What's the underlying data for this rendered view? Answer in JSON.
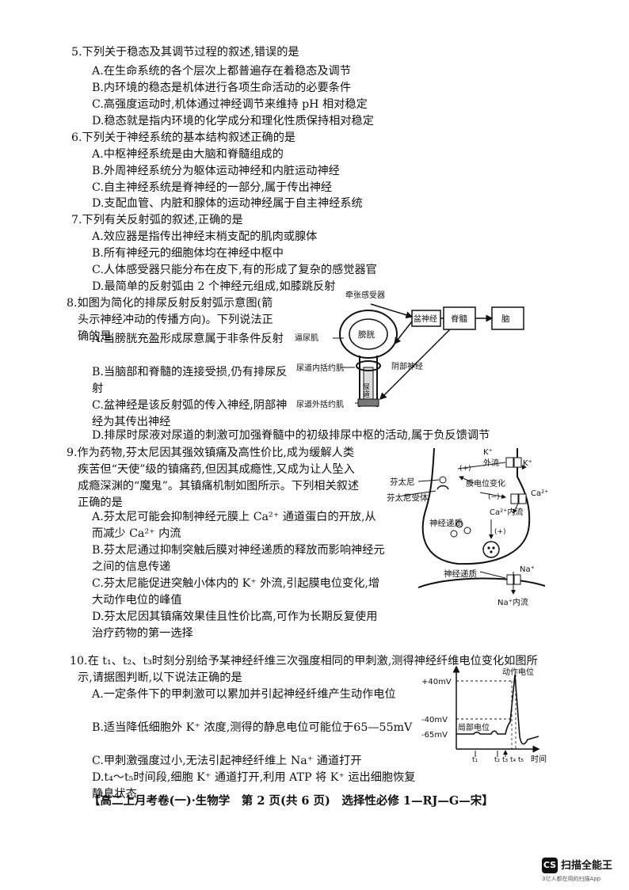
{
  "questions": [
    {
      "stem": "5.下列关于稳态及其调节过程的叙述,错误的是",
      "options": [
        "A.在生命系统的各个层次上都普遍存在着稳态及调节",
        "B.内环境的稳态是机体进行各项生命活动的必要条件",
        "C.高强度运动时,机体通过神经调节来维持 pH 相对稳定",
        "D.稳态就是指内环境的化学成分和理化性质保持相对稳定"
      ]
    },
    {
      "stem": "6.下列关于神经系统的基本结构叙述正确的是",
      "options": [
        "A.中枢神经系统是由大脑和脊髓组成的",
        "B.外周神经系统分为躯体运动神经和内脏运动神经",
        "C.自主神经系统是脊神经的一部分,属于传出神经",
        "D.支配血管、内脏和腺体的运动神经属于自主神经系统"
      ]
    },
    {
      "stem": "7.下列有关反射弧的叙述,正确的是",
      "options": [
        "A.效应器是指传出神经末梢支配的肌肉或腺体",
        "B.所有神经元的细胞体均在神经中枢中",
        "C.人体感受器只能分布在皮下,有的形成了复杂的感觉器官",
        "D.最简单的反射弧由 2 个神经元组成,如膝跳反射"
      ]
    },
    {
      "stem_lines": [
        "8.如图为简化的排尿反射反射弧示意图(箭",
        "头示神经冲动的传播方向)。下列说法正",
        "确的是"
      ],
      "options": [
        "A.当膀胱充盈形成尿意属于非条件反射",
        "B.当脑部和脊髓的连接受损,仍有排尿反射",
        "C.盆神经是该反射弧的传入神经,阴部神经为其传出神经",
        "D.排尿时尿液对尿道的刺激可加强脊髓中的初级排尿中枢的活动,属于负反馈调节"
      ]
    },
    {
      "stem_lines": [
        "9.作为药物,芬太尼因其强效镇痛及高性价比,成为缓解人类",
        "疾苦但“天使”级的镇痛药,但因其成瘾性,又成为让人坠入",
        "成瘾深渊的“魔鬼”。其镇痛机制如图所示。下列相关叙述",
        "正确的是"
      ],
      "options": [
        "A.芬太尼可能会抑制神经元膜上 Ca²⁺ 通道蛋白的开放,从而减少 Ca²⁺ 内流",
        "B.芬太尼通过抑制突触后膜对神经递质的释放而影响神经元之间的信息传递",
        "C.芬太尼能促进突触小体内的 K⁺ 外流,引起膜电位变化,增大动作电位的峰值",
        "D.芬太尼因其镇痛效果佳且性价比高,可作为长期反复使用治疗药物的第一选择"
      ]
    },
    {
      "stem_lines": [
        "10.在 t₁、t₂、t₃时刻分别给予某神经纤维三次强度相同的甲刺激,测得神经纤维电位变化如图所",
        "示,请据图判断,以下说法正确的是"
      ],
      "options": [
        "A.一定条件下的甲刺激可以累加并引起神经纤维产生动作电位",
        "B.适当降低细胞外 K⁺ 浓度,测得的静息电位可能位于65—55mV",
        "C.甲刺激强度过小,无法引起神经纤维上 Na⁺ 通道打开",
        "D.t₄～t₅时间段,细胞 K⁺ 通道打开,利用 ATP 将 K⁺ 运出细胞恢复静息状态"
      ]
    }
  ],
  "fig8": {
    "receptor": "牵张感受器",
    "bladder": "膀胱",
    "pelvic": "盆神经",
    "spinal": "脊髓",
    "brain": "脑",
    "detrusor": "逼尿肌",
    "inner_sphincter": "尿道内括约肌",
    "urethra": "尿道",
    "pudendal": "阴部神经",
    "outer_sphincter": "尿道外括约肌"
  },
  "fig9": {
    "k_out": "外流",
    "k": "K⁺",
    "k_top": "K⁺",
    "plus1": "(+)",
    "fentanyl": "芬太尼",
    "receptor": "芬太尼受体",
    "membrane_change": "膜电位变化",
    "minus": "(−)",
    "ca": "Ca²⁺",
    "ca_in": "Ca²⁺内流",
    "transmitter": "神经递质",
    "plus2": "(+)",
    "transmitter2": "神经递质",
    "na": "Na⁺",
    "na_in": "Na⁺内流"
  },
  "fig10": {
    "y_labels": [
      "+40mV",
      "-40mV",
      "-65mV"
    ],
    "action_potential": "动作电位",
    "local_potential": "局部电位",
    "t_labels": [
      "t₁",
      "t₂",
      "t₃",
      "t₄",
      "t₅"
    ],
    "x_label": "时间"
  },
  "footer": "【高二上月考卷(一)·生物学　第 2 页(共 6 页)　选择性必修 1—RJ—G—宋】",
  "logo": {
    "mark": "CS",
    "name": "扫描全能王",
    "tagline": "3亿人都在用的扫描App"
  }
}
